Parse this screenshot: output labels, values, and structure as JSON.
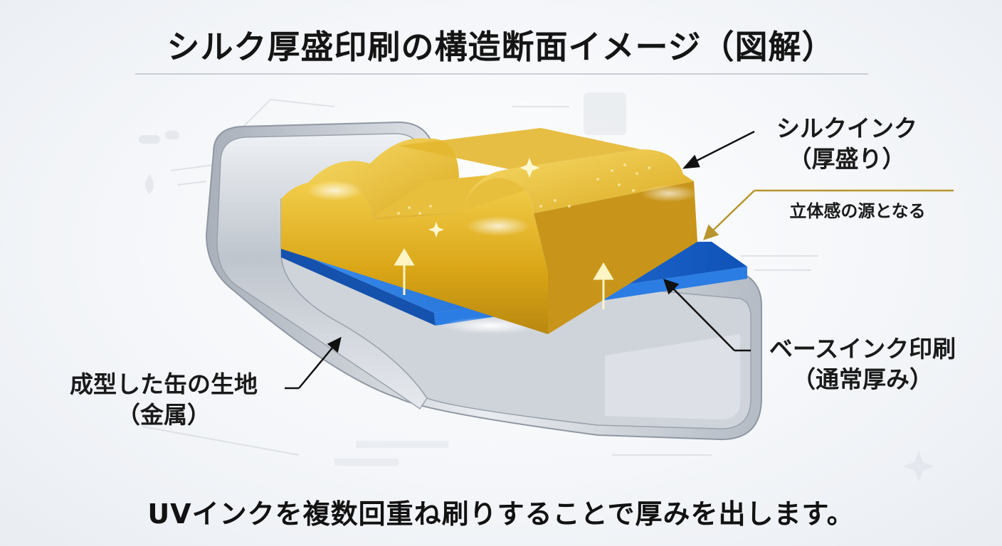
{
  "title": "シルク厚盛印刷の構造断面イメージ（図解）",
  "labels": {
    "silk_ink_line1": "シルクインク",
    "silk_ink_line2": "（厚盛り）",
    "silk_ink_note": "立体感の源となる",
    "base_ink_line1": "ベースインク印刷",
    "base_ink_line2": "（通常厚み）",
    "metal_line1": "成型した缶の生地",
    "metal_line2": "（金属）"
  },
  "footer": "UVインクを複数回重ね刷りすることで厚みを出します。",
  "colors": {
    "gold": "#d9a818",
    "gold_light": "#f6d760",
    "blue": "#1f6fd6",
    "metal": "#c7ccd3",
    "accent_line": "#b8962e"
  },
  "icons": [
    "sparkle-icon",
    "arrow-up-icon"
  ]
}
